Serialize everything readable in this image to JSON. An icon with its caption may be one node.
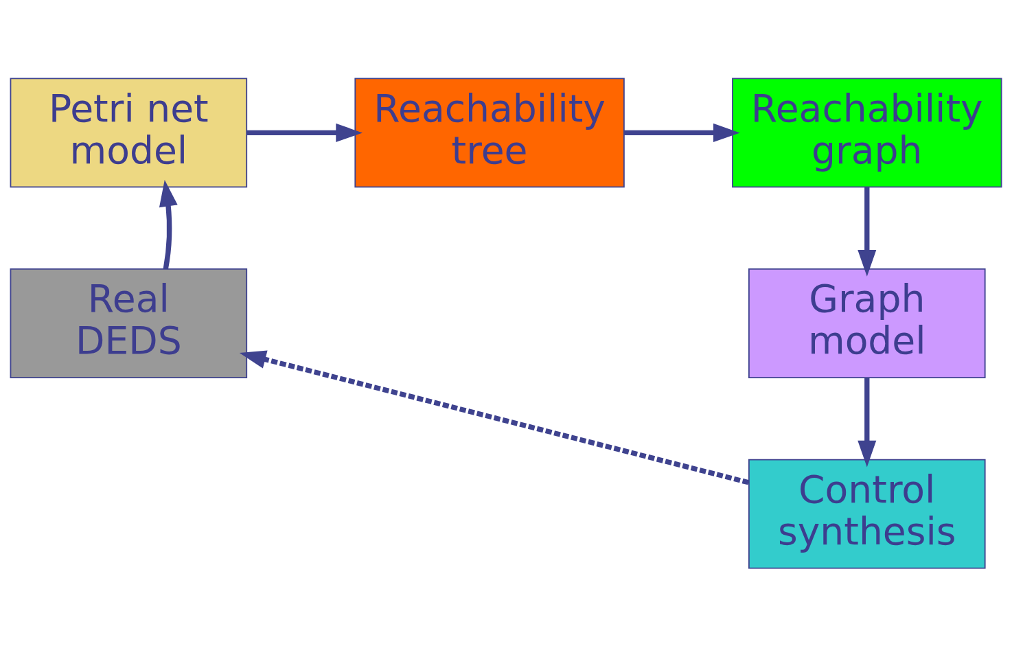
{
  "diagram": {
    "nodes": [
      {
        "text": [
          "Petri net model"
        ]
      },
      {
        "text": [
          "Reachability tree"
        ]
      },
      {
        "text": [
          "Reachability graph"
        ]
      },
      {
        "text": [
          "Graph model"
        ]
      },
      {
        "text": [
          "Control synthesis"
        ]
      },
      {
        "text": [
          "Real DEDS"
        ]
      }
    ],
    "edges": [
      {
        "from": 0,
        "to": 1,
        "arrow": "to"
      },
      {
        "from": 1,
        "to": 2,
        "arrow": "to"
      },
      {
        "from": 2,
        "to": 3,
        "arrow": "to"
      },
      {
        "from": 3,
        "to": 4,
        "arrow": "to"
      },
      {
        "from": 4,
        "to": 5,
        "arrow": "to",
        "style": "dashed"
      },
      {
        "from": 5,
        "to": 0,
        "arrow": "to"
      }
    ]
  }
}
